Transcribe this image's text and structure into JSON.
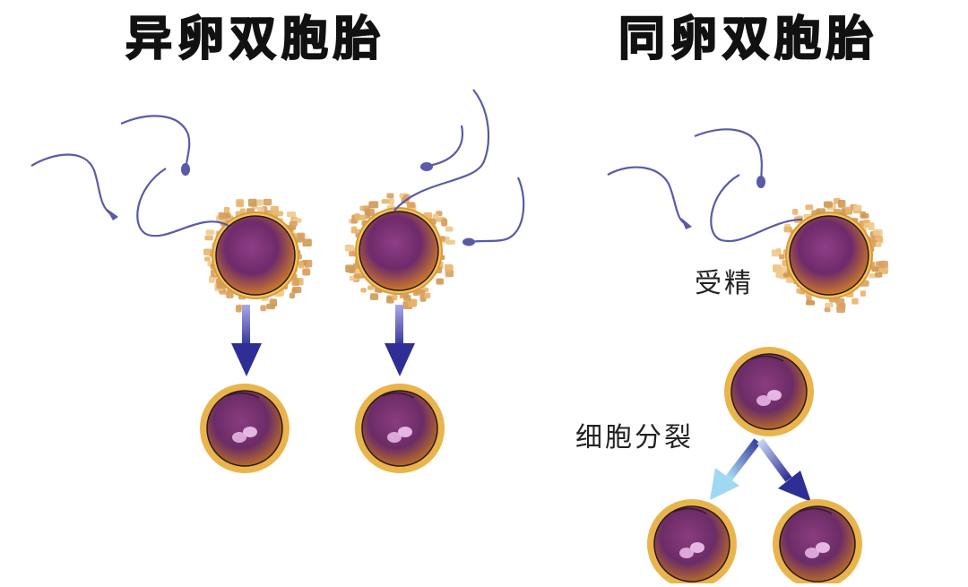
{
  "titles": {
    "fraternal": "异卵双胞胎",
    "identical": "同卵双胞胎"
  },
  "labels": {
    "fertilization": "受精",
    "cell_division": "细胞分裂"
  },
  "colors": {
    "sperm": "#5a5aa8",
    "egg_halo": "#e8b65a",
    "egg_core": "#6e2a6a",
    "embryo_ring": "#e9b44c",
    "nucleus": "#d9a8d8",
    "arrow_dark": "#3a3aa0",
    "arrow_light": "#9fd8f0"
  }
}
